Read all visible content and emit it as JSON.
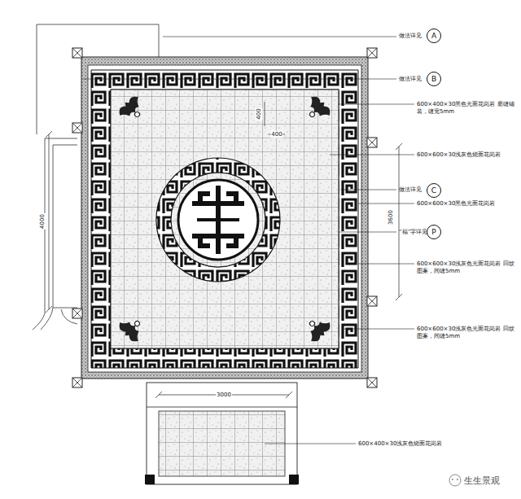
{
  "diagram": {
    "nodes": [
      {
        "text": [
          "A"
        ]
      },
      {
        "text": [
          "B"
        ]
      },
      {
        "text": [
          "C"
        ]
      },
      {
        "text": [
          "P"
        ]
      }
    ],
    "labels": [
      "做法详见",
      "做法详见",
      "600×400×30黑色光面花岗岩 磨缝铺装，缝宽5mm",
      "600×600×30浅灰色烧面花岗岩",
      "做法详见",
      "600×600×30黑色光面花岗岩",
      "“福”字详见",
      "600×600×30浅灰色光面花岗岩 回纹图案，间缝5mm",
      "600×600×30浅灰色光面花岗岩 回纹图案，间缝5mm",
      "400",
      "400",
      "4000",
      "3600",
      "3000",
      "600×400×30浅灰色烧面花岗岩",
      "生生景观"
    ]
  }
}
